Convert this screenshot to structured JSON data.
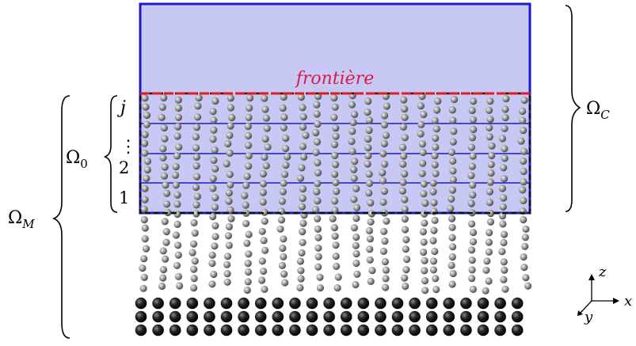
{
  "labels": {
    "frontier": "frontière",
    "omega_c_base": "Ω",
    "omega_c_sub": "C",
    "omega_0_base": "Ω",
    "omega_0_sub": "0",
    "omega_m_base": "Ω",
    "omega_m_sub": "M",
    "layer_j": "j",
    "layer_dots": "⋮",
    "layer_2": "2",
    "layer_1": "1",
    "axis_x": "x",
    "axis_y": "y",
    "axis_z": "z"
  },
  "colors": {
    "continuum_fill": "#c8c8f5",
    "continuum_border": "#1b1bcc",
    "frontier_line": "#e01b1b",
    "frontier_text": "#d81b4a",
    "layer_lines": "#1b1bcc",
    "atoms_free": "#8a8a8a",
    "atoms_fixed": "#1a1a1a"
  }
}
